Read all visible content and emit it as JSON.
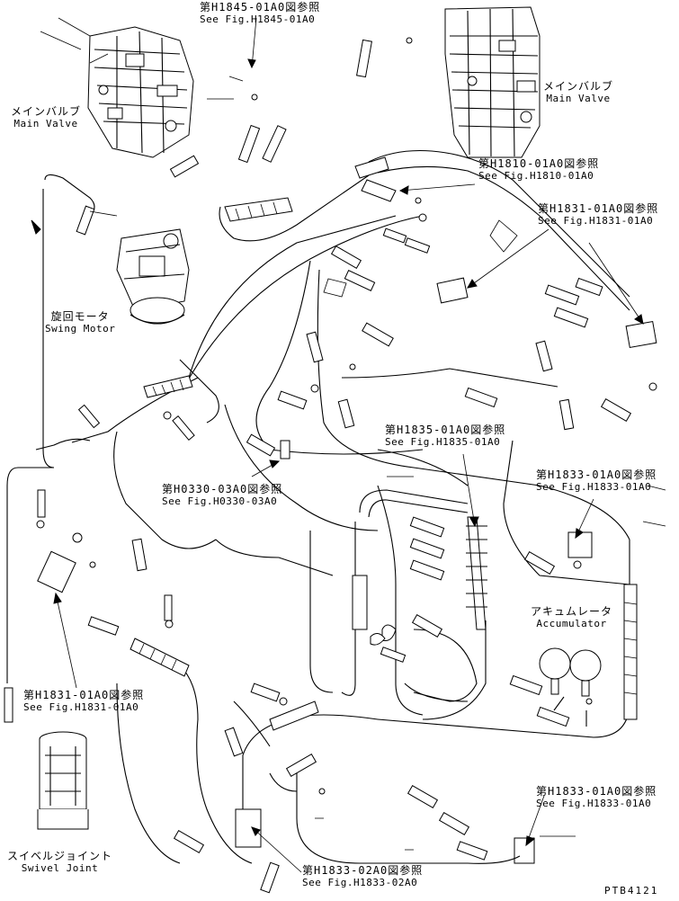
{
  "drawing_code": "PTB4121",
  "labels": {
    "ref_h1845_ja": "第H1845-01A0図参照",
    "ref_h1845_en": "See Fig.H1845-01A0",
    "main_valve_left_ja": "メインバルブ",
    "main_valve_left_en": "Main Valve",
    "main_valve_right_ja": "メインバルブ",
    "main_valve_right_en": "Main Valve",
    "ref_h1810_ja": "第H1810-01A0図参照",
    "ref_h1810_en": "See Fig.H1810-01A0",
    "ref_h1831_top_ja": "第H1831-01A0図参照",
    "ref_h1831_top_en": "See Fig.H1831-01A0",
    "swing_motor_ja": "旋回モータ",
    "swing_motor_en": "Swing Motor",
    "ref_h1835_ja": "第H1835-01A0図参照",
    "ref_h1835_en": "See Fig.H1835-01A0",
    "ref_h0330_ja": "第H0330-03A0図参照",
    "ref_h0330_en": "See Fig.H0330-03A0",
    "ref_h1833_top_ja": "第H1833-01A0図参照",
    "ref_h1833_top_en": "See Fig.H1833-01A0",
    "accumulator_ja": "アキュムレータ",
    "accumulator_en": "Accumulator",
    "ref_h1831_bottom_ja": "第H1831-01A0図参照",
    "ref_h1831_bottom_en": "See Fig.H1831-01A0",
    "ref_h1833_bottom_ja": "第H1833-01A0図参照",
    "ref_h1833_bottom_en": "See Fig.H1833-01A0",
    "swivel_joint_ja": "スイベルジョイント",
    "swivel_joint_en": "Swivel Joint",
    "ref_h1833_02_ja": "第H1833-02A0図参照",
    "ref_h1833_02_en": "See Fig.H1833-02A0"
  }
}
